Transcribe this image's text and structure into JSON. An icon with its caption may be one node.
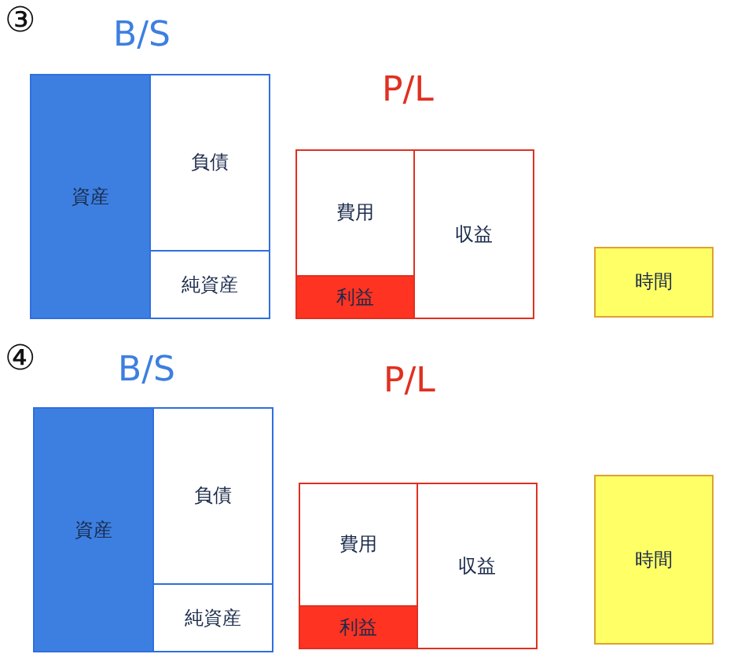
{
  "diagram": {
    "nodes": [
      {
        "text": [
          "資産"
        ]
      },
      {
        "text": [
          "負債"
        ]
      },
      {
        "text": [
          "純資産"
        ]
      },
      {
        "text": [
          "費用"
        ]
      },
      {
        "text": [
          "利益"
        ]
      },
      {
        "text": [
          "収益"
        ]
      },
      {
        "text": [
          "時間"
        ]
      },
      {
        "text": [
          "資産"
        ]
      },
      {
        "text": [
          "負債"
        ]
      },
      {
        "text": [
          "純資産"
        ]
      },
      {
        "text": [
          "費用"
        ]
      },
      {
        "text": [
          "利益"
        ]
      },
      {
        "text": [
          "収益"
        ]
      },
      {
        "text": [
          "時間"
        ]
      }
    ],
    "labels": [
      "③",
      "B/S",
      "P/L",
      "④",
      "B/S",
      "P/L"
    ]
  }
}
